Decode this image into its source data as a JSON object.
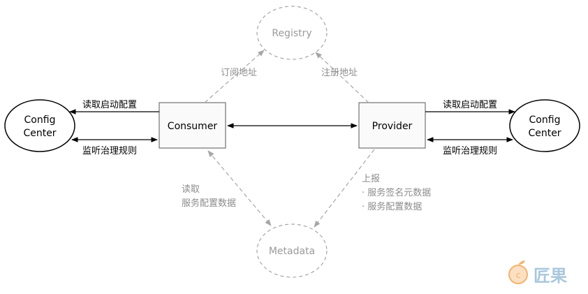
{
  "nodes": {
    "registry": "Registry",
    "metadata": "Metadata",
    "consumer": "Consumer",
    "provider": "Provider",
    "config_center_left": [
      "Config",
      "Center"
    ],
    "config_center_right": [
      "Config",
      "Center"
    ]
  },
  "edges": {
    "subscribe_address": "订阅地址",
    "register_address": "注册地址",
    "left_read_startup_config": "读取启动配置",
    "left_listen_governance_rules": "监听治理规则",
    "right_read_startup_config": "读取启动配置",
    "right_listen_governance_rules": "监听治理规则",
    "consumer_metadata": [
      "读取",
      "服务配置数据"
    ],
    "provider_metadata": [
      "上报",
      "· 服务签名元数据",
      "· 服务配置数据"
    ]
  },
  "watermark": "匠果",
  "colors": {
    "solid": "#000000",
    "dashed": "#a6a6a6",
    "watermark_orange": "#f5b26b",
    "watermark_blue": "#a9c7dd"
  }
}
